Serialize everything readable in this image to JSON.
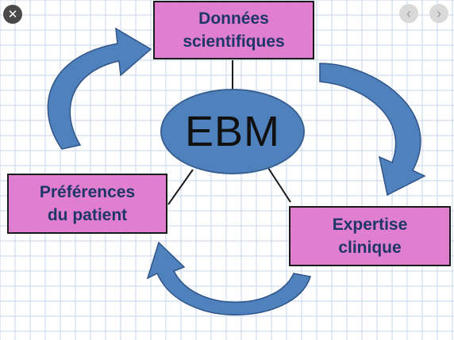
{
  "diagram": {
    "center": {
      "label": "EBM"
    },
    "nodes": {
      "donnees": {
        "line1": "Données",
        "line2": "scientifiques"
      },
      "preferences": {
        "line1": "Préférences",
        "line2": "du patient"
      },
      "expertise": {
        "line1": "Expertise",
        "line2": "clinique"
      }
    }
  },
  "colors": {
    "box_fill": "#e07fd0",
    "box_text": "#1f3668",
    "ellipse_fill": "#4f81bd",
    "ellipse_stroke": "#3a6193",
    "arrow_fill": "#4f81bd",
    "arrow_stroke": "#2f5487",
    "grid_line": "#c5d6ee",
    "connector": "#1a1a1a"
  },
  "viewer": {
    "close_icon": "close-icon",
    "prev_icon": "chevron-left-icon",
    "next_icon": "chevron-right-icon"
  }
}
